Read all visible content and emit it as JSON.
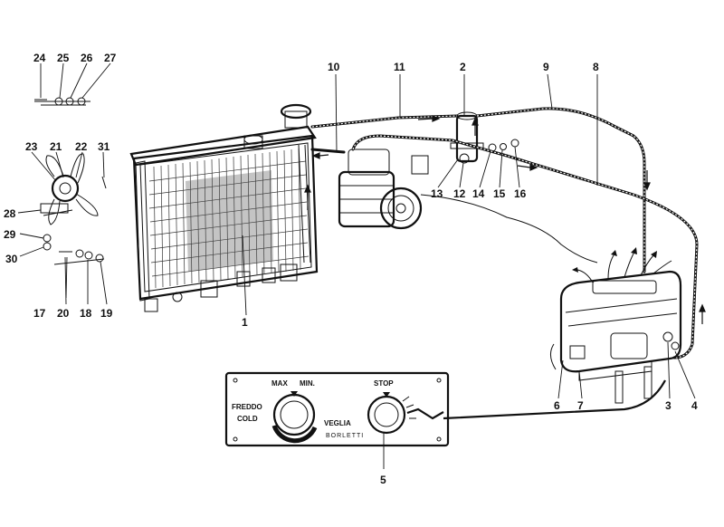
{
  "callouts": [
    "1",
    "2",
    "3",
    "4",
    "5",
    "6",
    "7",
    "8",
    "9",
    "10",
    "11",
    "12",
    "13",
    "14",
    "15",
    "16",
    "17",
    "18",
    "19",
    "20",
    "21",
    "22",
    "23",
    "24",
    "25",
    "26",
    "27",
    "28",
    "29",
    "30",
    "31"
  ],
  "panel": {
    "max_label": "MAX",
    "min_label": "MIN.",
    "freddo": "FREDDO",
    "cold": "COLD",
    "stop_label": "STOP",
    "brand": "VEGLIA",
    "brand_sub": "BORLETTI"
  }
}
